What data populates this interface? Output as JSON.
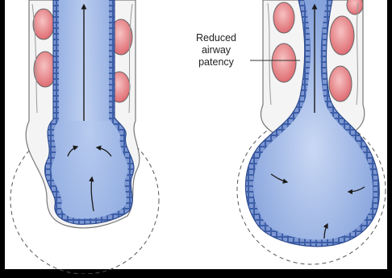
{
  "annotation": {
    "lines": [
      "Reduced",
      "airway",
      "patency"
    ]
  },
  "colors": {
    "background": "#ffffff",
    "lumen_light": "#c6d5f2",
    "lumen_dark": "#8eaadf",
    "epithelium": "#3d5fa8",
    "muscle_fill": "#ee9a9c",
    "muscle_dark": "#d45c62",
    "outline": "#333333",
    "arrow": "#1a1a1a"
  },
  "panels": [
    {
      "name": "normal-airway",
      "state": "open"
    },
    {
      "name": "obstructed-airway",
      "state": "narrowed"
    }
  ]
}
